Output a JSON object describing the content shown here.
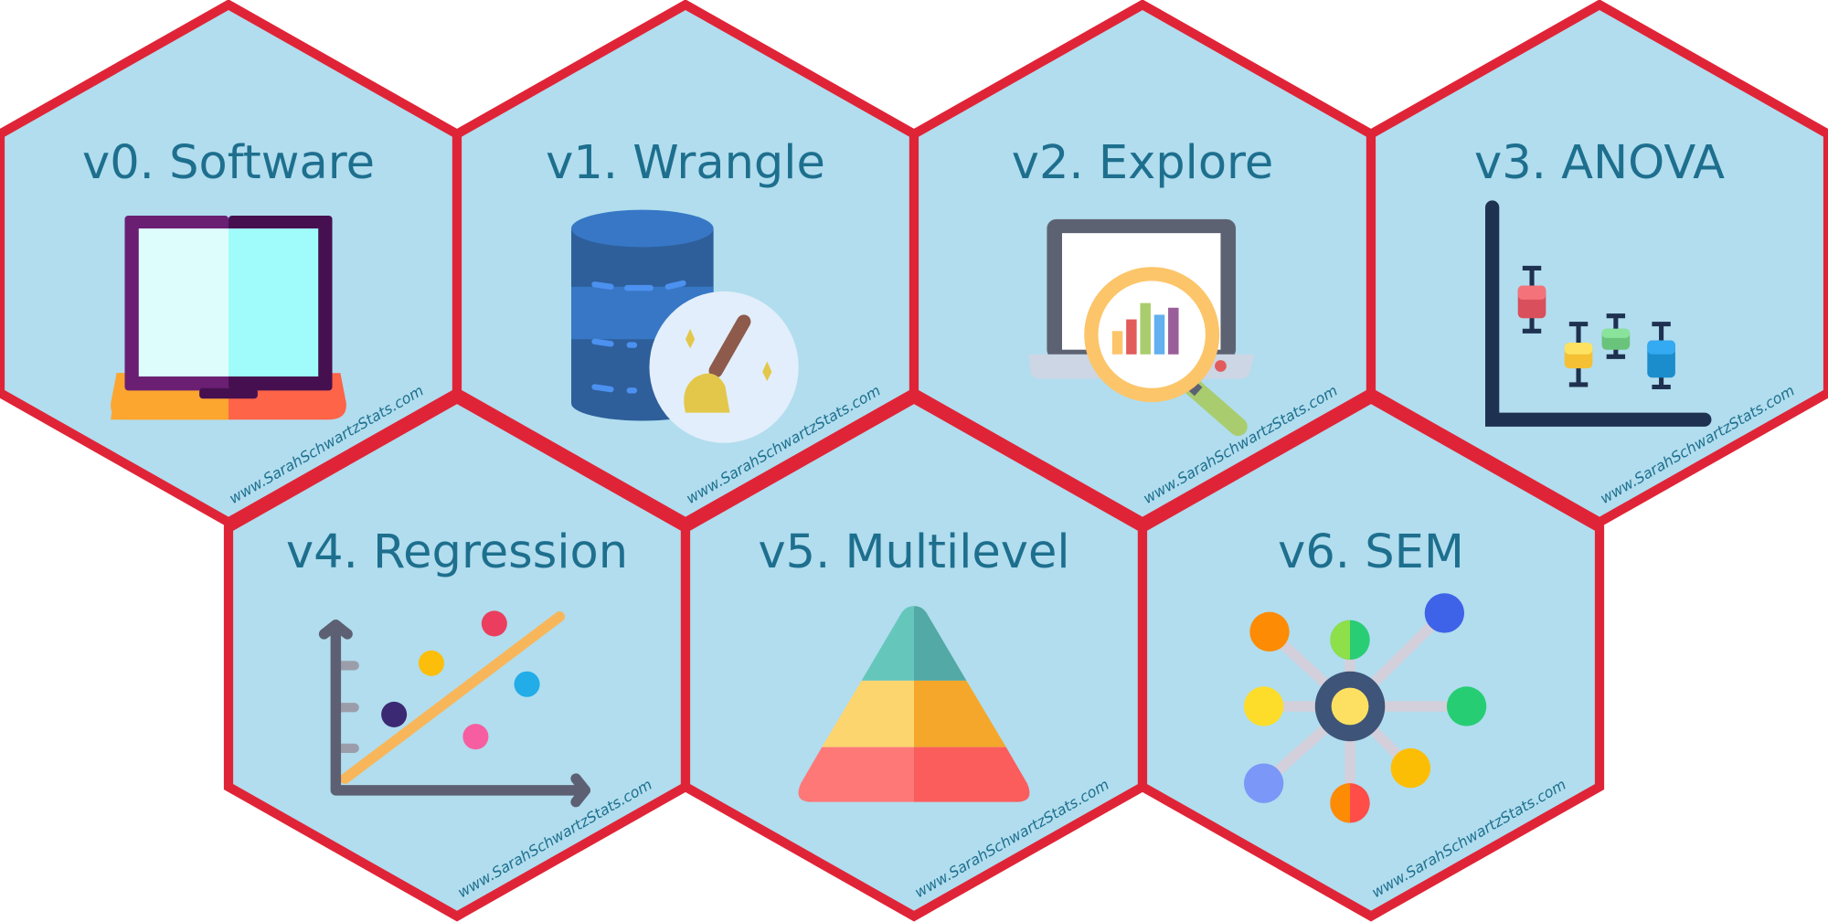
{
  "tiles": [
    {
      "label": "v0. Software",
      "icon": "laptop-icon",
      "watermark": "www.SarahSchwartzStats.com"
    },
    {
      "label": "v1. Wrangle",
      "icon": "database-broom-icon",
      "watermark": "www.SarahSchwartzStats.com"
    },
    {
      "label": "v2. Explore",
      "icon": "laptop-magnifier-chart-icon",
      "watermark": "www.SarahSchwartzStats.com"
    },
    {
      "label": "v3. ANOVA",
      "icon": "boxplot-icon",
      "watermark": "www.SarahSchwartzStats.com"
    },
    {
      "label": "v4. Regression",
      "icon": "scatter-regression-icon",
      "watermark": "www.SarahSchwartzStats.com"
    },
    {
      "label": "v5. Multilevel",
      "icon": "pyramid-icon",
      "watermark": "www.SarahSchwartzStats.com"
    },
    {
      "label": "v6. SEM",
      "icon": "network-icon",
      "watermark": "www.SarahSchwartzStats.com"
    }
  ],
  "colors": {
    "hex_fill": "#b1ddee",
    "hex_border": "#e02437",
    "text": "#1e6f8e"
  }
}
